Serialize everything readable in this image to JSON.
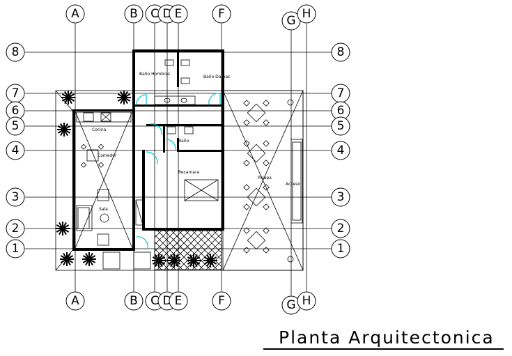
{
  "title": "Planta Arquitectonica",
  "axes_vertical": [
    "A",
    "B",
    "C",
    "D",
    "E",
    "F",
    "G",
    "H"
  ],
  "axes_horizontal": [
    "8",
    "7",
    "6",
    "5",
    "4",
    "3",
    "2",
    "1"
  ],
  "rooms": {
    "bano_hombres": "Baño Hombres",
    "bano_damas": "Baño Damas",
    "cocina": "Cocina",
    "comedor": "Comedor",
    "bano": "Baño",
    "recamara": "Recamara",
    "sala": "Sala",
    "palapa": "Palapa",
    "acceso": "Acceso"
  },
  "colors": {
    "lines": "#000000",
    "doors": "#00c8d6",
    "background": "#ffffff"
  }
}
